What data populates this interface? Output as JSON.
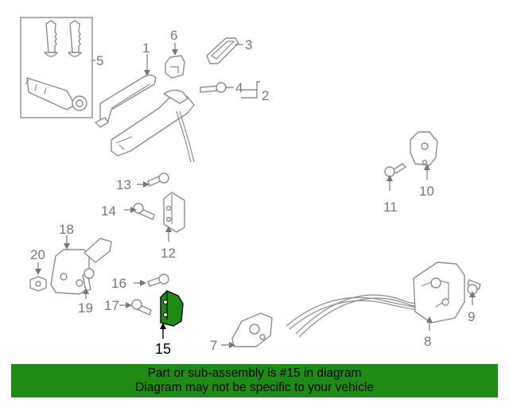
{
  "callouts": {
    "c1": "1",
    "c2": "2",
    "c3": "3",
    "c4": "4",
    "c5": "5",
    "c6": "6",
    "c7": "7",
    "c8": "8",
    "c9": "9",
    "c10": "10",
    "c11": "11",
    "c12": "12",
    "c13": "13",
    "c14": "14",
    "c15": "15",
    "c16": "16",
    "c17": "17",
    "c18": "18",
    "c19": "19",
    "c20": "20"
  },
  "highlight": {
    "part": "15",
    "color": "#1f8a14"
  },
  "banner": {
    "line1": "Part or sub-assembly is #15 in diagram",
    "line2": "Diagram may not be specific to your vehicle",
    "color": "#1f8a14"
  }
}
